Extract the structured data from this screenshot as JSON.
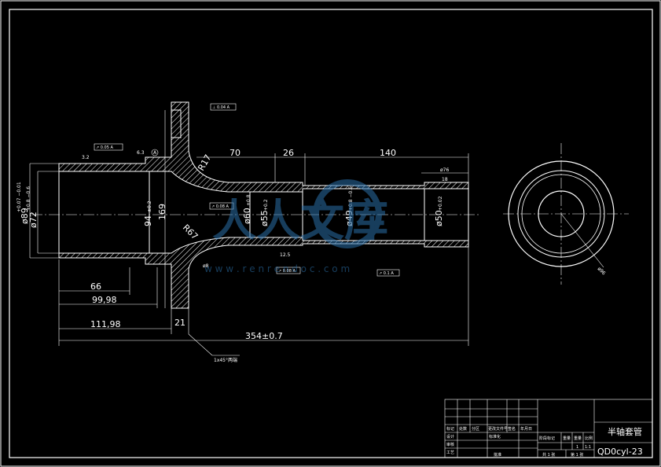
{
  "dimensions": {
    "d70": "70",
    "d26": "26",
    "d140": "140",
    "d66": "66",
    "d9998": "99,98",
    "d11198": "111,98",
    "dtotal": "354±0.7",
    "dr17": "R17",
    "dr67": "R67",
    "d21": "21",
    "d89": "ø89",
    "d89tol": "+0.07 −0.01",
    "d72": "ø72",
    "d72tol": "+0.8 −0.6",
    "d94": "94",
    "d94tol": "±0.2",
    "d169": "169",
    "d60": "ø60",
    "d60tol": "+0.8",
    "d55": "ø55",
    "d55tol": "+0.2",
    "d49": "ø49",
    "d49tol": "+0.8 −0.6",
    "d50": "ø50",
    "d50tol": "+0.02",
    "d76": "ø76",
    "d18": "18",
    "chamfer": "1x45°两端",
    "rough63": "6.3",
    "rough32": "3.2",
    "rough125": "12.5",
    "circleA": "A",
    "circle_d": "ø96",
    "flange_dim": "ø8"
  },
  "tolerance_frames": [
    "⊥ 0.04 A",
    "↗ 0.05 A",
    "↗ 0.08 A",
    "↗ 0.08 A",
    "↗ 0.1 A"
  ],
  "watermark": {
    "text": "人人文库",
    "url": "w w w . r e n r e n d o c . c o m"
  },
  "title_block": {
    "part_name": "半轴套管",
    "drawing_no": "QD0cyl-23",
    "scale_label": "比例",
    "scale_value": "1:1",
    "weight_label": "重量",
    "mark_label": "阶段标记",
    "sheet_total": "共 1 张",
    "sheet_no": "第 1 张",
    "rows": [
      "标记",
      "处数",
      "分区",
      "更改文件号",
      "签名",
      "年月日"
    ],
    "labels": [
      "设计",
      "标准化",
      "审核",
      "工艺",
      "批准"
    ],
    "one": "1"
  }
}
